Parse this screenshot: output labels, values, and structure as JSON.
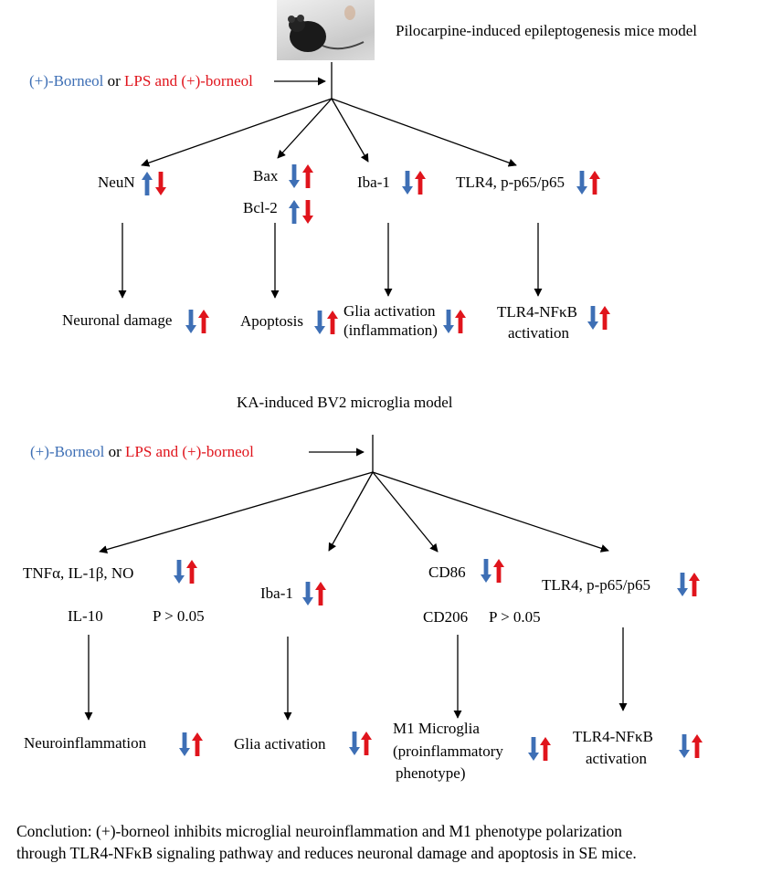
{
  "top": {
    "title": "Pilocarpine-induced epileptogenesis mice model",
    "treatment": {
      "a": "(+)-Borneol",
      "or": " or ",
      "b": "LPS and (+)-borneol"
    },
    "markers": {
      "neun": "NeuN",
      "bax": "Bax",
      "bcl2": "Bcl-2",
      "iba1": "Iba-1",
      "tlr4": "TLR4, p-p65/p65"
    },
    "outcomes": {
      "neuronal": "Neuronal damage",
      "apoptosis": "Apoptosis",
      "glia_l1": "Glia activation",
      "glia_l2": "(inflammation)",
      "tlr_l1": "TLR4-NFκB",
      "tlr_l2": "activation"
    }
  },
  "bottom": {
    "title": "KA-induced BV2 microglia model",
    "treatment": {
      "a": "(+)-Borneol",
      "or": " or ",
      "b": "LPS and (+)-borneol"
    },
    "markers": {
      "cytokines": "TNFα, IL-1β, NO",
      "il10": "IL-10",
      "il10_p": "P > 0.05",
      "iba1": "Iba-1",
      "cd86": "CD86",
      "cd206": "CD206",
      "cd206_p": "P > 0.05",
      "tlr4": "TLR4, p-p65/p65"
    },
    "outcomes": {
      "neuroinflammation": "Neuroinflammation",
      "glia": "Glia activation",
      "m1_l1": "M1 Microglia",
      "m1_l2": "(proinflammatory",
      "m1_l3": "phenotype)",
      "tlr_l1": "TLR4-NFκB",
      "tlr_l2": "activation"
    }
  },
  "conclusion": {
    "line1": "Conclution: (+)-borneol inhibits microglial neuroinflammation and M1 phenotype polarization",
    "line2": "through TLR4-NFκB signaling pathway and reduces neuronal damage and apoptosis in SE mice."
  },
  "colors": {
    "blue": "#3e6fb5",
    "red": "#e0141c",
    "line": "#000000"
  },
  "icons": {
    "up": "block-arrow-up-icon",
    "down": "block-arrow-down-icon",
    "photo": "mouse-photo"
  }
}
